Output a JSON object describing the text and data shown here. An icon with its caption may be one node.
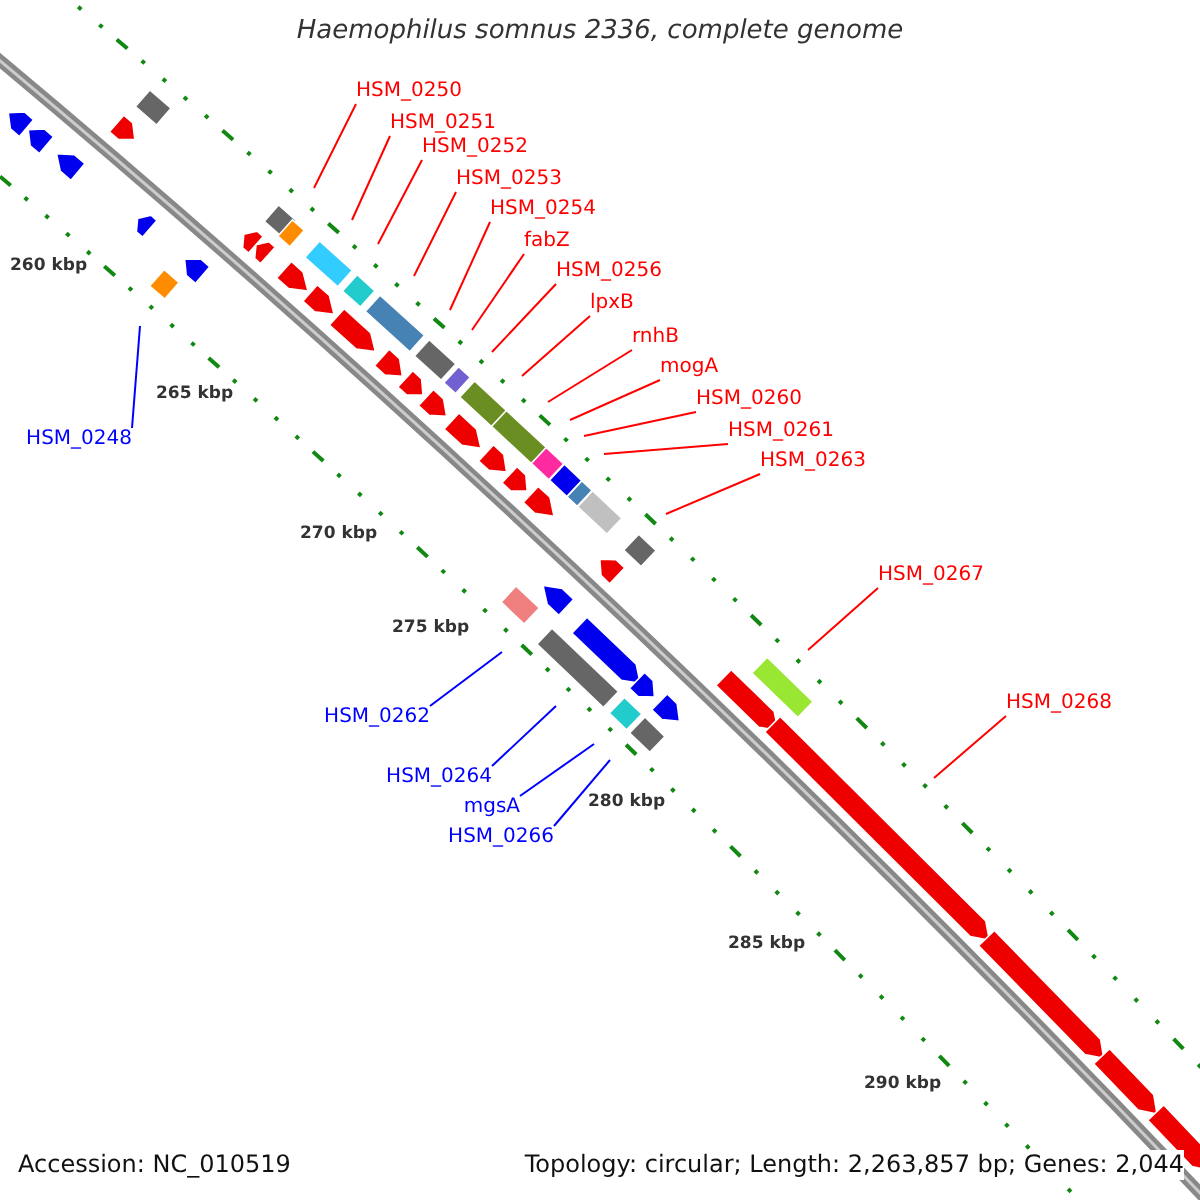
{
  "diagram": {
    "title": "Haemophilus somnus 2336, complete genome",
    "nodes": [
      {
        "text": [
          "HSM_0250"
        ]
      },
      {
        "text": [
          "HSM_0251"
        ]
      },
      {
        "text": [
          "HSM_0252"
        ]
      },
      {
        "text": [
          "HSM_0253"
        ]
      },
      {
        "text": [
          "HSM_0254"
        ]
      },
      {
        "text": [
          "fabZ"
        ]
      },
      {
        "text": [
          "HSM_0256"
        ]
      },
      {
        "text": [
          "lpxB"
        ]
      },
      {
        "text": [
          "rnhB"
        ]
      },
      {
        "text": [
          "mogA"
        ]
      },
      {
        "text": [
          "HSM_0260"
        ]
      },
      {
        "text": [
          "HSM_0261"
        ]
      },
      {
        "text": [
          "HSM_0248"
        ]
      },
      {
        "text": [
          "HSM_0263"
        ]
      },
      {
        "text": [
          "HSM_0267"
        ]
      },
      {
        "text": [
          "HSM_0268"
        ]
      },
      {
        "text": [
          "HSM_0262"
        ]
      },
      {
        "text": [
          "HSM_0264"
        ]
      },
      {
        "text": [
          "mgsA"
        ]
      },
      {
        "text": [
          "HSM_0266"
        ]
      }
    ],
    "edges": [
      {
        "from": 0,
        "to": null,
        "arrow": "none"
      },
      {
        "from": 1,
        "to": null,
        "arrow": "none"
      },
      {
        "from": 2,
        "to": null,
        "arrow": "none"
      },
      {
        "from": 3,
        "to": null,
        "arrow": "none"
      },
      {
        "from": 4,
        "to": null,
        "arrow": "none"
      },
      {
        "from": 5,
        "to": null,
        "arrow": "none"
      },
      {
        "from": 6,
        "to": null,
        "arrow": "none"
      },
      {
        "from": 7,
        "to": null,
        "arrow": "none"
      },
      {
        "from": 8,
        "to": null,
        "arrow": "none"
      },
      {
        "from": 9,
        "to": null,
        "arrow": "none"
      },
      {
        "from": 10,
        "to": null,
        "arrow": "none"
      },
      {
        "from": 11,
        "to": null,
        "arrow": "none"
      },
      {
        "from": 12,
        "to": null,
        "arrow": "none",
        "color": "#0000ff"
      },
      {
        "from": 13,
        "to": null,
        "arrow": "none"
      },
      {
        "from": 14,
        "to": null,
        "arrow": "none"
      },
      {
        "from": 15,
        "to": null,
        "arrow": "none"
      },
      {
        "from": 16,
        "to": null,
        "arrow": "none",
        "color": "#0000ff"
      },
      {
        "from": 17,
        "to": null,
        "arrow": "none",
        "color": "#0000ff"
      },
      {
        "from": 18,
        "to": null,
        "arrow": "none",
        "color": "#0000ff"
      },
      {
        "from": 19,
        "to": null,
        "arrow": "none",
        "color": "#0000ff"
      }
    ],
    "labels": [
      "260 kbp",
      "265 kbp",
      "270 kbp",
      "275 kbp",
      "280 kbp",
      "285 kbp",
      "290 kbp",
      "Accession: NC_010519",
      "Topology: circular; Length: 2,263,857 bp; Genes: 2,044"
    ]
  }
}
